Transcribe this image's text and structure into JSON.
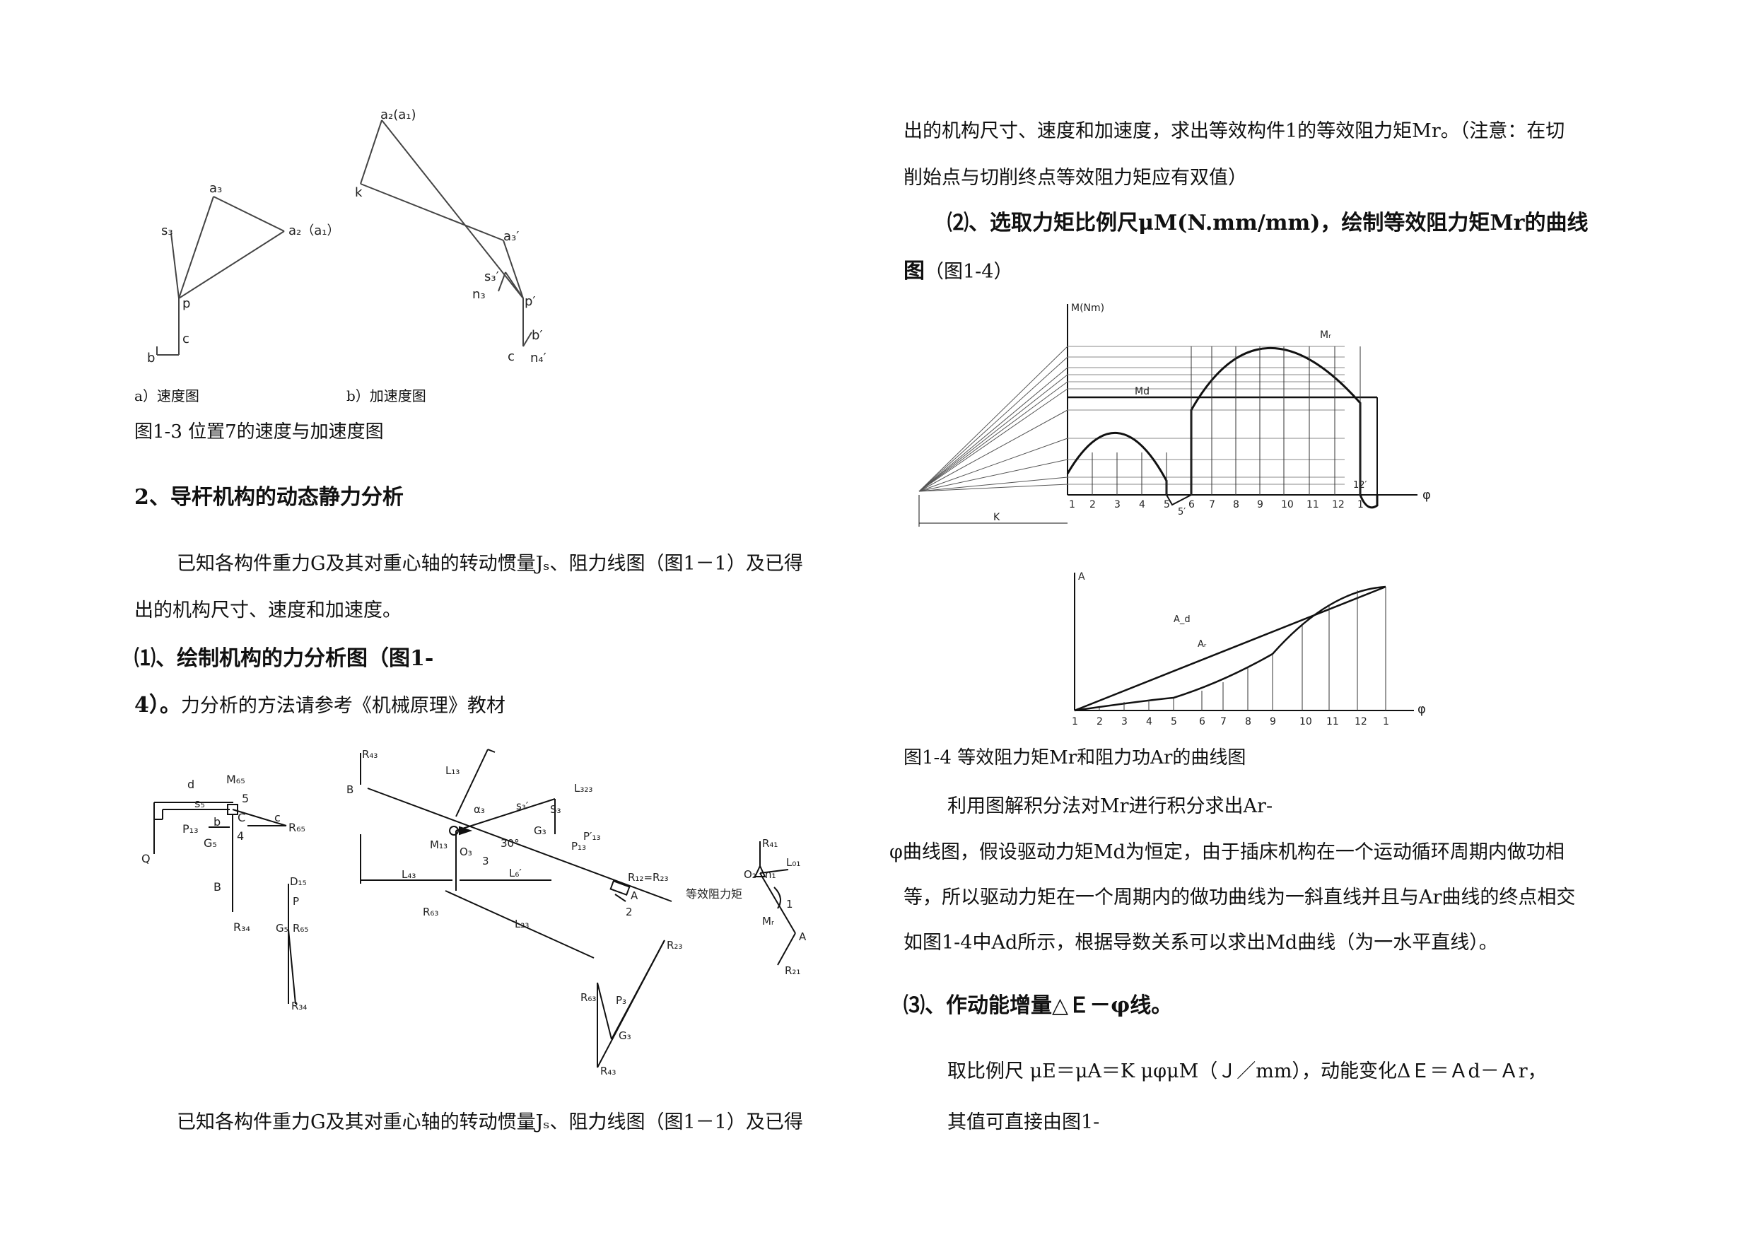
{
  "left": {
    "fig13": {
      "velocity_labels": [
        "a₃",
        "a₂（a₁）",
        "s₃",
        "p",
        "c",
        "b"
      ],
      "accel_labels": [
        "a₂(a₁)",
        "k",
        "a₃′",
        "s₃′",
        "n₃",
        "p′",
        "b′",
        "c",
        "n₄′"
      ],
      "sub_a": "a）速度图",
      "sub_b": "b）加速度图",
      "caption": "图1-3 位置7的速度与加速度图"
    },
    "section2_heading": "2、导杆机构的动态静力分析",
    "para1_line1": "已知各构件重力G及其对重心轴的转动惯量Jₛ、阻力线图（图1－1）及已得",
    "para1_line2": "出的机构尺寸、速度和加速度。",
    "step1_line1": "⑴、绘制机构的力分析图（图1-",
    "step1_line2_bold": "4）。",
    "step1_line2_rest": "力分析的方法请参考《机械原理》教材",
    "force_fig": {
      "labels_a": [
        "d",
        "M₆₅",
        "s₅",
        "5",
        "C",
        "P₁₃",
        "b",
        "c",
        "G₅",
        "4",
        "R₆₅",
        "Q",
        "B",
        "R₃₄"
      ],
      "labels_b": [
        "D₁₅",
        "P",
        "G₅",
        "R₆₅",
        "R₃₄"
      ],
      "labels_c": [
        "R₄₃",
        "B",
        "L₁₃",
        "α₃",
        "s₃′",
        "S₃",
        "L₃₂₃",
        "G₃",
        "P′₁₃",
        "P₁₃",
        "30°",
        "O₃",
        "M₁₃",
        "3",
        "L₄₃",
        "L₆",
        "R₁₂=R₂₃",
        "A",
        "2",
        "R₆₃",
        "L₂₃"
      ],
      "labels_d": [
        "R₄₁",
        "O₂",
        "n₁",
        "L₀₁",
        "等效阻力矩",
        "1",
        "M_r",
        "A",
        "R₂₁"
      ],
      "labels_e": [
        "R₂₃",
        "R₆₃",
        "P₃",
        "G₃",
        "R₄₃"
      ]
    },
    "para2_line1": "已知各构件重力G及其对重心轴的转动惯量Jₛ、阻力线图（图1－1）及已得"
  },
  "right": {
    "cont_line1": "出的机构尺寸、速度和加速度，求出等效构件1的等效阻力矩Mr。（注意：在切",
    "cont_line2": "削始点与切削终点等效阻力矩应有双值）",
    "step2_line1": "⑵、选取力矩比例尺μM(N.mm/mm)，绘制等效阻力矩Mr的曲线",
    "step2_line2_bold": "图",
    "step2_line2_rest": "（图1-4）",
    "chart1": {
      "ylabel": "M(Nm)",
      "xlabel": "φ",
      "ticks": [
        "1",
        "2",
        "3",
        "4",
        "5",
        "6",
        "7",
        "8",
        "9",
        "10",
        "11",
        "12",
        "1"
      ],
      "extra_ticks": [
        "5′",
        "12′"
      ],
      "labels": {
        "mr": "Mᵣ",
        "md": "Md",
        "k": "K"
      }
    },
    "chart2": {
      "ylabel": "A",
      "xlabel": "φ",
      "ticks": [
        "1",
        "2",
        "3",
        "4",
        "5",
        "6",
        "7",
        "8",
        "9",
        "10",
        "11",
        "12",
        "1"
      ],
      "labels": {
        "ad": "A_d",
        "ar": "Aᵣ"
      }
    },
    "fig14_caption": "图1-4 等效阻力矩Mr和阻力功Ar的曲线图",
    "p_int_line1": "利用图解积分法对Mr进行积分求出Ar-",
    "p_int_line2": "φ曲线图，假设驱动力矩Md为恒定，由于插床机构在一个运动循环周期内做功相",
    "p_int_line3": "等，所以驱动力矩在一个周期内的做功曲线为一斜直线并且与Ar曲线的终点相交",
    "p_int_line4": "如图1-4中Ad所示，根据导数关系可以求出Md曲线（为一水平直线）。",
    "step3": "⑶、作动能增量△Ｅ－φ线。",
    "scale_line": "取比例尺 μE＝μA＝K μφμM（Ｊ／mm），动能变化ΔＥ＝Ａd－Ａr，",
    "last_line": "其值可直接由图1-"
  }
}
